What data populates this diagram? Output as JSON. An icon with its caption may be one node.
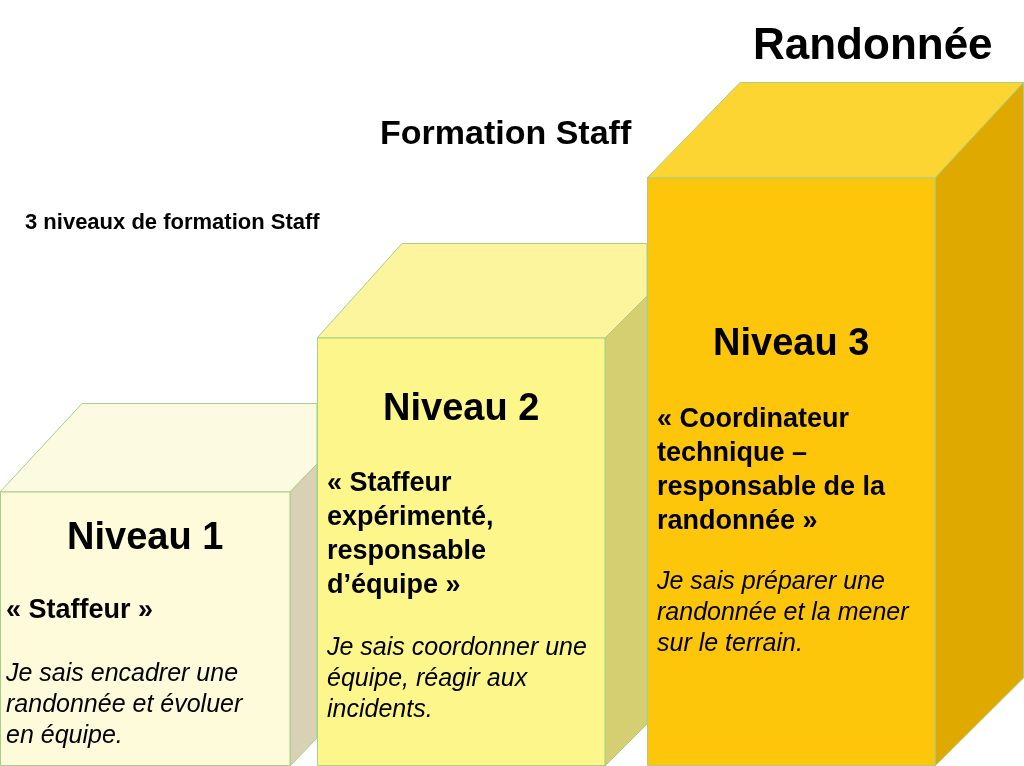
{
  "diagram": {
    "title": "Randonnée",
    "nodes": [
      {
        "text": [
          "Niveau 1",
          "« Staffeur »",
          "Je sais encadrer une randonnée et évoluer en équipe."
        ]
      },
      {
        "text": [
          "Niveau 2",
          "« Staffeur expérimenté, responsable d’équipe »",
          "Je sais coordonner une équipe, réagir aux incidents."
        ]
      },
      {
        "text": [
          "Niveau 3",
          "« Coordinateur technique – responsable de la randonnée »",
          "Je sais préparer une randonnée et la mener sur le terrain."
        ]
      }
    ],
    "labels": [
      "Formation Staff",
      "3 niveaux de formation Staff"
    ]
  }
}
